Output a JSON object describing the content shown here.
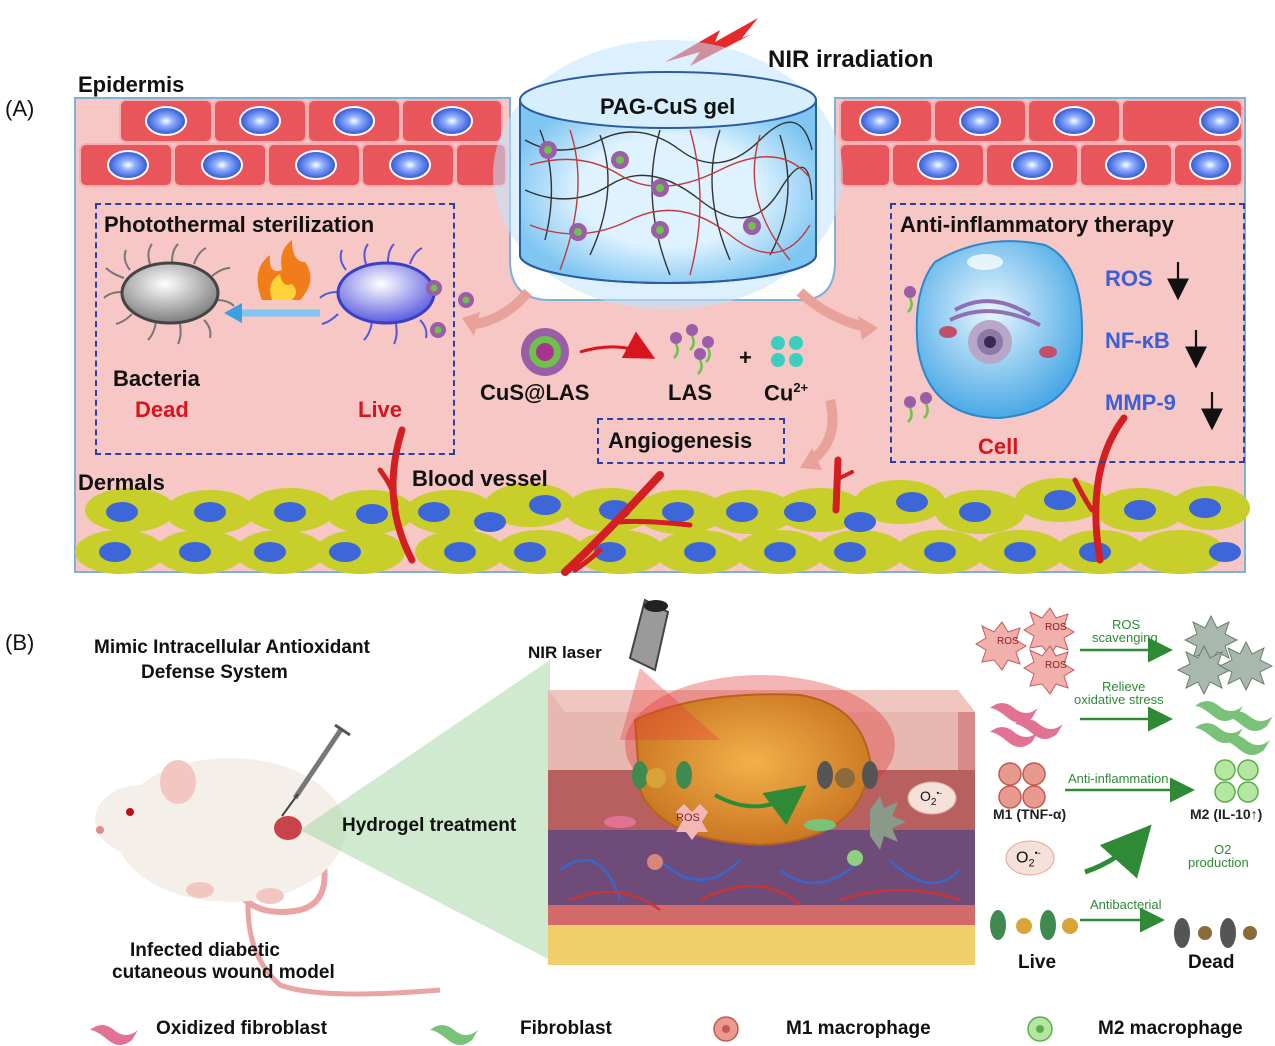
{
  "panel_a": {
    "letter": "(A)",
    "epidermis": "Epidermis",
    "nir_irradiation": "NIR irradiation",
    "gel_label": "PAG-CuS gel",
    "photothermal_title": "Photothermal sterilization",
    "bacteria": "Bacteria",
    "dead": "Dead",
    "live": "Live",
    "cus_las": "CuS@LAS",
    "las": "LAS",
    "plus": "+",
    "cu_base": "Cu",
    "cu_sup": "2+",
    "angiogenesis": "Angiogenesis",
    "anti_title": "Anti-inflammatory therapy",
    "markers": [
      "ROS",
      "NF-κB",
      "MMP-9"
    ],
    "cell": "Cell",
    "dermals": "Dermals",
    "blood_vessel": "Blood vessel"
  },
  "panel_b": {
    "letter": "(B)",
    "mimic_line1": "Mimic Intracellular Antioxidant",
    "mimic_line2": "Defense System",
    "nir_laser": "NIR laser",
    "hydrogel_treatment": "Hydrogel treatment",
    "model_line1": "Infected diabetic",
    "model_line2": "cutaneous wound model",
    "ros_small": "ROS",
    "o2_base": "O",
    "o2_sub": "2",
    "o2_sup": "•-",
    "ros_scavenging_1": "ROS",
    "ros_scavenging_2": "scavenging",
    "relieve_1": "Relieve",
    "relieve_2": "oxidative stress",
    "anti_inflammation": "Anti-inflammation",
    "m1_tnf": "M1 (TNF-α)",
    "m2_il10": "M2 (IL-10↑)",
    "o2_prod_1": "O2",
    "o2_prod_2": "production",
    "antibacterial": "Antibacterial",
    "live": "Live",
    "dead": "Dead"
  },
  "legend": [
    "Oxidized fibroblast",
    "Fibroblast",
    "M1 macrophage",
    "M2 macrophage"
  ],
  "colors": {
    "tissue": "#f6c7c4",
    "cell_red": "#e23a3e",
    "nucleus_blue": "#3d66d9",
    "dermal_yellow": "#c9cf2a",
    "label_red": "#d8141e",
    "marker_blue": "#3c5fd8",
    "arrow_green": "#2f8a36"
  }
}
